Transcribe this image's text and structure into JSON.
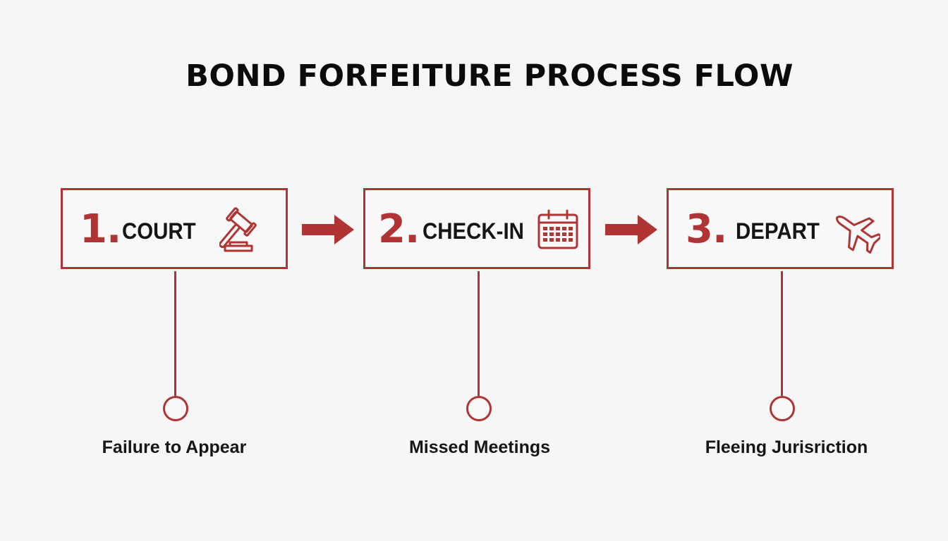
{
  "title": "BOND FORFEITURE PROCESS FLOW",
  "accent_color": "#b03434",
  "steps": [
    {
      "number": "1.",
      "label": "COURT",
      "icon": "gavel-icon",
      "outcome": "Failure to Appear"
    },
    {
      "number": "2.",
      "label": "CHECK-IN",
      "icon": "calendar-icon",
      "outcome": "Missed Meetings"
    },
    {
      "number": "3.",
      "label": "DEPART",
      "icon": "airplane-icon",
      "outcome": "Fleeing Jurisriction"
    }
  ]
}
